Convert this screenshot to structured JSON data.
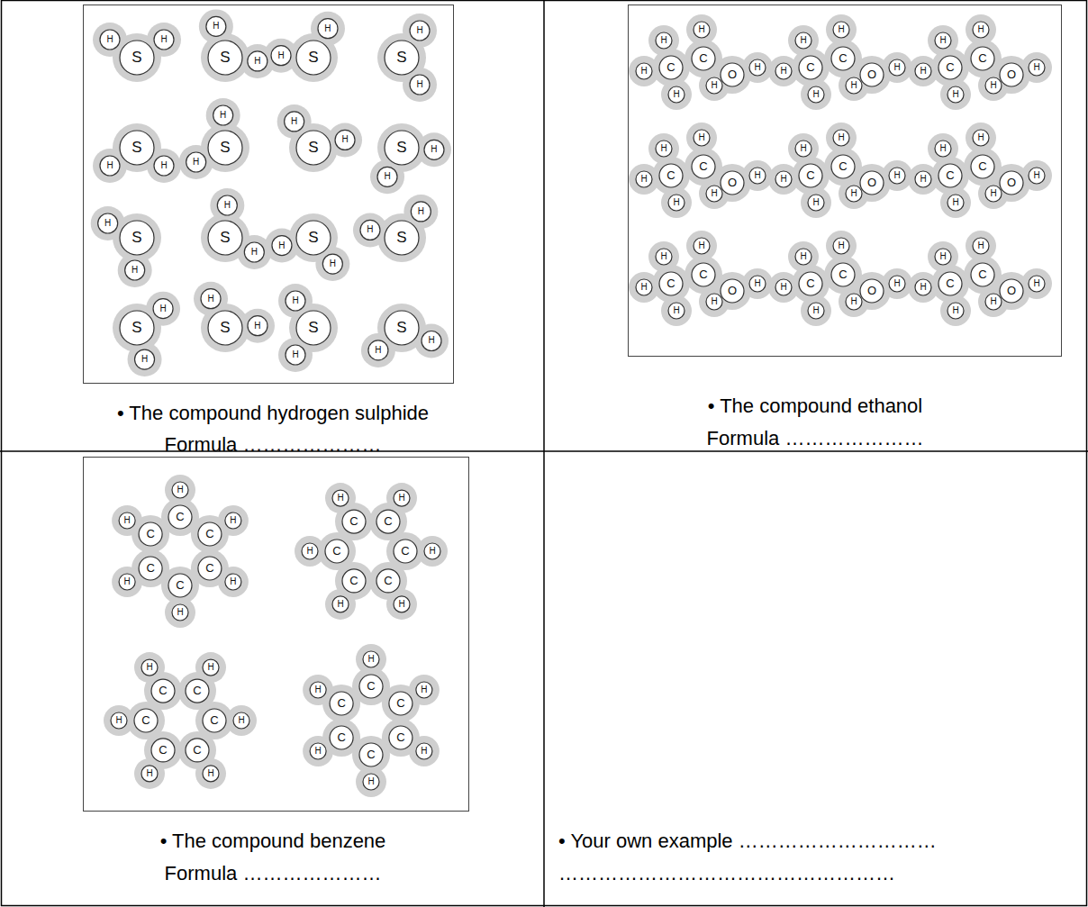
{
  "diagram": {
    "labels": [
      "• The compound hydrogen sulphide",
      "Formula …………………",
      "• The compound ethanol",
      "Formula …………………",
      "• The compound benzene",
      "Formula …………………",
      "• Your own example …………………………",
      "……………………………………………",
      "S",
      "H",
      "H",
      "S",
      "H",
      "H",
      "S",
      "H",
      "H",
      "S",
      "H",
      "H",
      "S",
      "H",
      "H",
      "S",
      "H",
      "H",
      "S",
      "H",
      "H",
      "S",
      "H",
      "H",
      "S",
      "H",
      "H",
      "S",
      "H",
      "H",
      "S",
      "H",
      "H",
      "S",
      "H",
      "H",
      "S",
      "H",
      "H",
      "S",
      "H",
      "H",
      "S",
      "H",
      "H",
      "S",
      "H",
      "H",
      "C",
      "C",
      "O",
      "H",
      "H",
      "H",
      "H",
      "H",
      "H",
      "C",
      "C",
      "O",
      "H",
      "H",
      "H",
      "H",
      "H",
      "H",
      "C",
      "C",
      "O",
      "H",
      "H",
      "H",
      "H",
      "H",
      "H",
      "C",
      "C",
      "O",
      "H",
      "H",
      "H",
      "H",
      "H",
      "H",
      "C",
      "C",
      "O",
      "H",
      "H",
      "H",
      "H",
      "H",
      "H",
      "C",
      "C",
      "O",
      "H",
      "H",
      "H",
      "H",
      "H",
      "H",
      "C",
      "C",
      "O",
      "H",
      "H",
      "H",
      "H",
      "H",
      "H",
      "C",
      "C",
      "O",
      "H",
      "H",
      "H",
      "H",
      "H",
      "H",
      "C",
      "C",
      "O",
      "H",
      "H",
      "H",
      "H",
      "H",
      "H",
      "C",
      "C",
      "C",
      "C",
      "C",
      "C",
      "H",
      "H",
      "H",
      "H",
      "H",
      "H",
      "C",
      "C",
      "C",
      "C",
      "C",
      "C",
      "H",
      "H",
      "H",
      "H",
      "H",
      "H",
      "C",
      "C",
      "C",
      "C",
      "C",
      "C",
      "H",
      "H",
      "H",
      "H",
      "H",
      "H",
      "C",
      "C",
      "C",
      "C",
      "C",
      "C",
      "H",
      "H",
      "H",
      "H",
      "H",
      "H"
    ]
  }
}
